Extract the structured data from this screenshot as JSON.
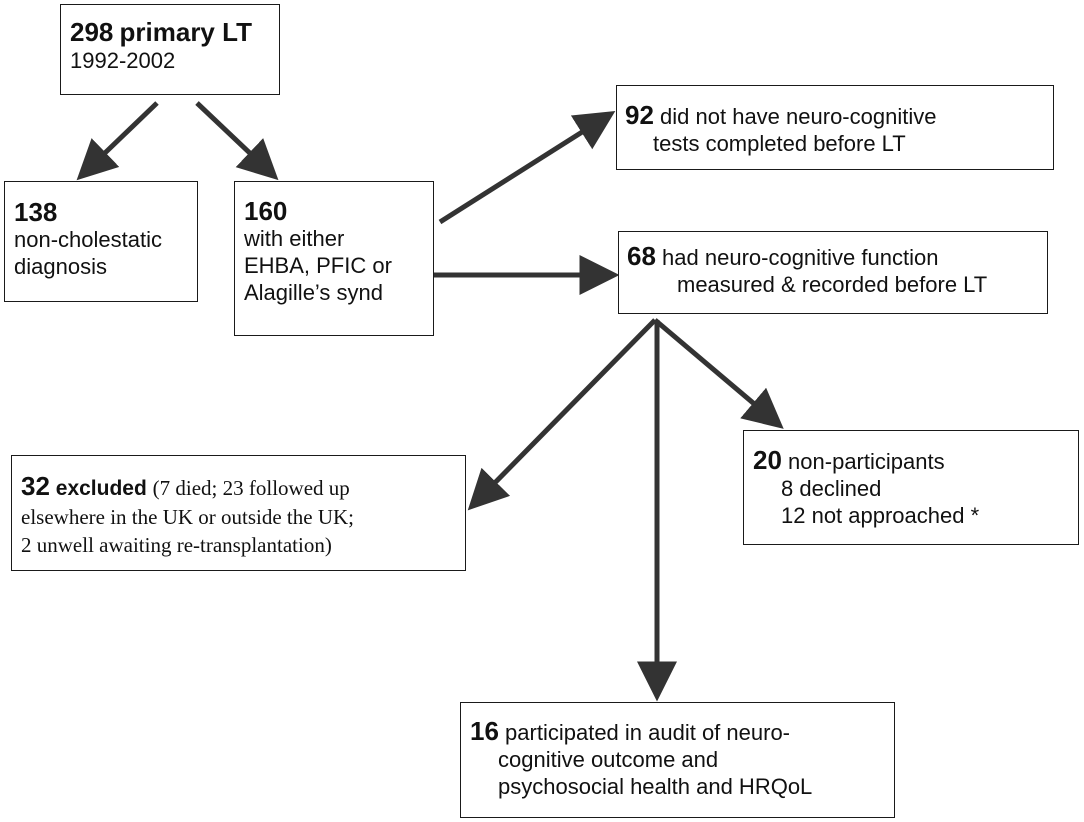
{
  "nodes": {
    "total": {
      "count": "298",
      "label": "primary LT",
      "years": "1992-2002"
    },
    "non_cholestatic": {
      "count": "138",
      "line1": "non-cholestatic",
      "line2": "diagnosis"
    },
    "cholestatic": {
      "count": "160",
      "line1": "with either",
      "line2": "EHBA, PFIC or",
      "line3": "Alagille’s synd"
    },
    "no_tests": {
      "count": "92",
      "line1": "did not have neuro-cognitive",
      "line2": "tests completed before LT"
    },
    "measured": {
      "count": "68",
      "line1": "had neuro-cognitive function",
      "line2": "measured & recorded before LT"
    },
    "excluded": {
      "count": "32",
      "label": "excluded",
      "line1": "(7 died; 23 followed up",
      "line2": "elsewhere in the UK or outside the UK;",
      "line3": "2 unwell awaiting re-transplantation)"
    },
    "non_participants": {
      "count": "20",
      "label": "non-participants",
      "line1": "8 declined",
      "line2": "12 not approached *"
    },
    "participated": {
      "count": "16",
      "line1": "participated in audit of neuro-",
      "line2": "cognitive outcome and",
      "line3": "psychosocial health and HRQoL"
    }
  },
  "colors": {
    "stroke": "#1a1a1a",
    "arrow": "#333333",
    "background": "#ffffff"
  }
}
